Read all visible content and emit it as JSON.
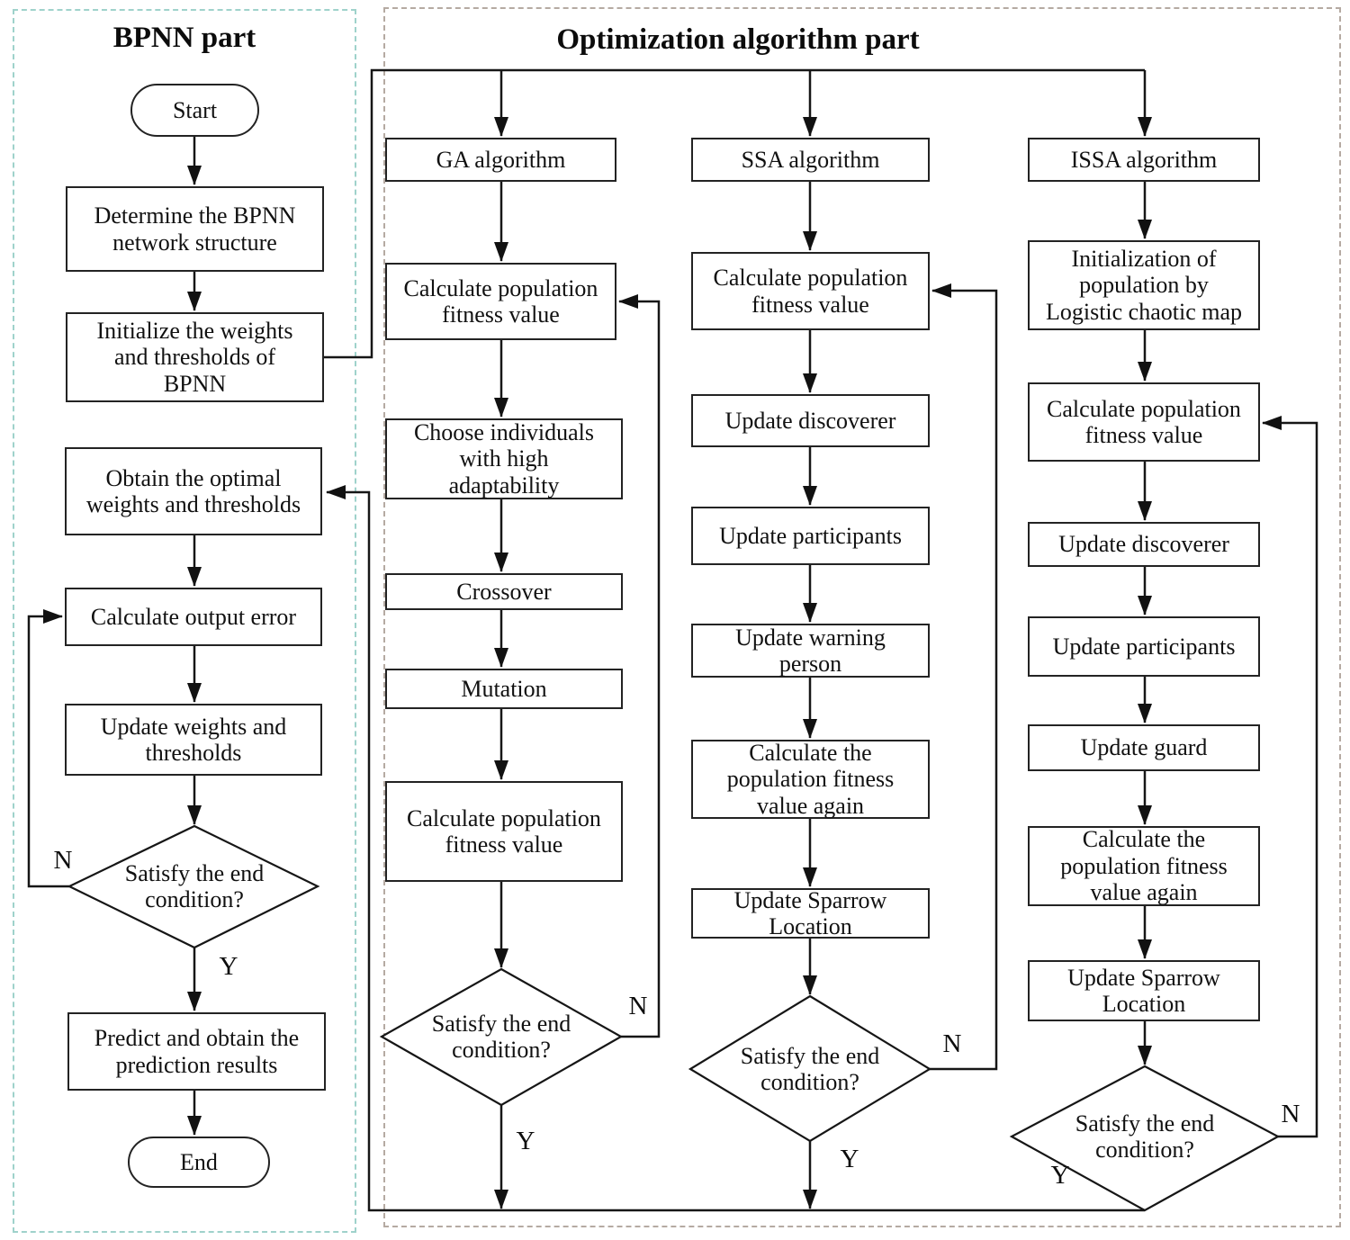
{
  "titles": {
    "bpnn": "BPNN part",
    "optimization": "Optimization algorithm part"
  },
  "labels": {
    "yes": "Y",
    "no": "N"
  },
  "nodes": {
    "start": "Start",
    "determine_structure": "Determine the BPNN\nnetwork structure",
    "initialize_weights": "Initialize the weights\nand thresholds of\nBPNN",
    "obtain_optimal": "Obtain the optimal\nweights and thresholds",
    "calculate_output_error": "Calculate output error",
    "update_weights": "Update weights and\nthresholds",
    "bpnn_condition": "Satisfy the end\ncondition?",
    "predict": "Predict and obtain the\nprediction results",
    "end": "End",
    "ga_algorithm": "GA algorithm",
    "ga_calc_fitness": "Calculate population\nfitness value",
    "ga_choose": "Choose individuals\nwith high\nadaptability",
    "ga_crossover": "Crossover",
    "ga_mutation": "Mutation",
    "ga_calc_fitness2": "Calculate population\nfitness value",
    "ga_condition": "Satisfy the end\ncondition?",
    "ssa_algorithm": "SSA algorithm",
    "ssa_calc_fitness": "Calculate population\nfitness value",
    "ssa_update_discoverer": "Update discoverer",
    "ssa_update_participants": "Update participants",
    "ssa_update_warning": "Update warning\nperson",
    "ssa_calc_fitness_again": "Calculate the\npopulation fitness\nvalue again",
    "ssa_update_sparrow": "Update Sparrow\nLocation",
    "ssa_condition": "Satisfy the end\ncondition?",
    "issa_algorithm": "ISSA algorithm",
    "issa_init_population": "Initialization of\npopulation by\nLogistic chaotic map",
    "issa_calc_fitness": "Calculate population\nfitness value",
    "issa_update_discoverer": "Update discoverer",
    "issa_update_participants": "Update participants",
    "issa_update_guard": "Update guard",
    "issa_calc_fitness_again": "Calculate the\npopulation fitness\nvalue again",
    "issa_update_sparrow": "Update Sparrow\nLocation",
    "issa_condition": "Satisfy the end\ncondition?"
  }
}
